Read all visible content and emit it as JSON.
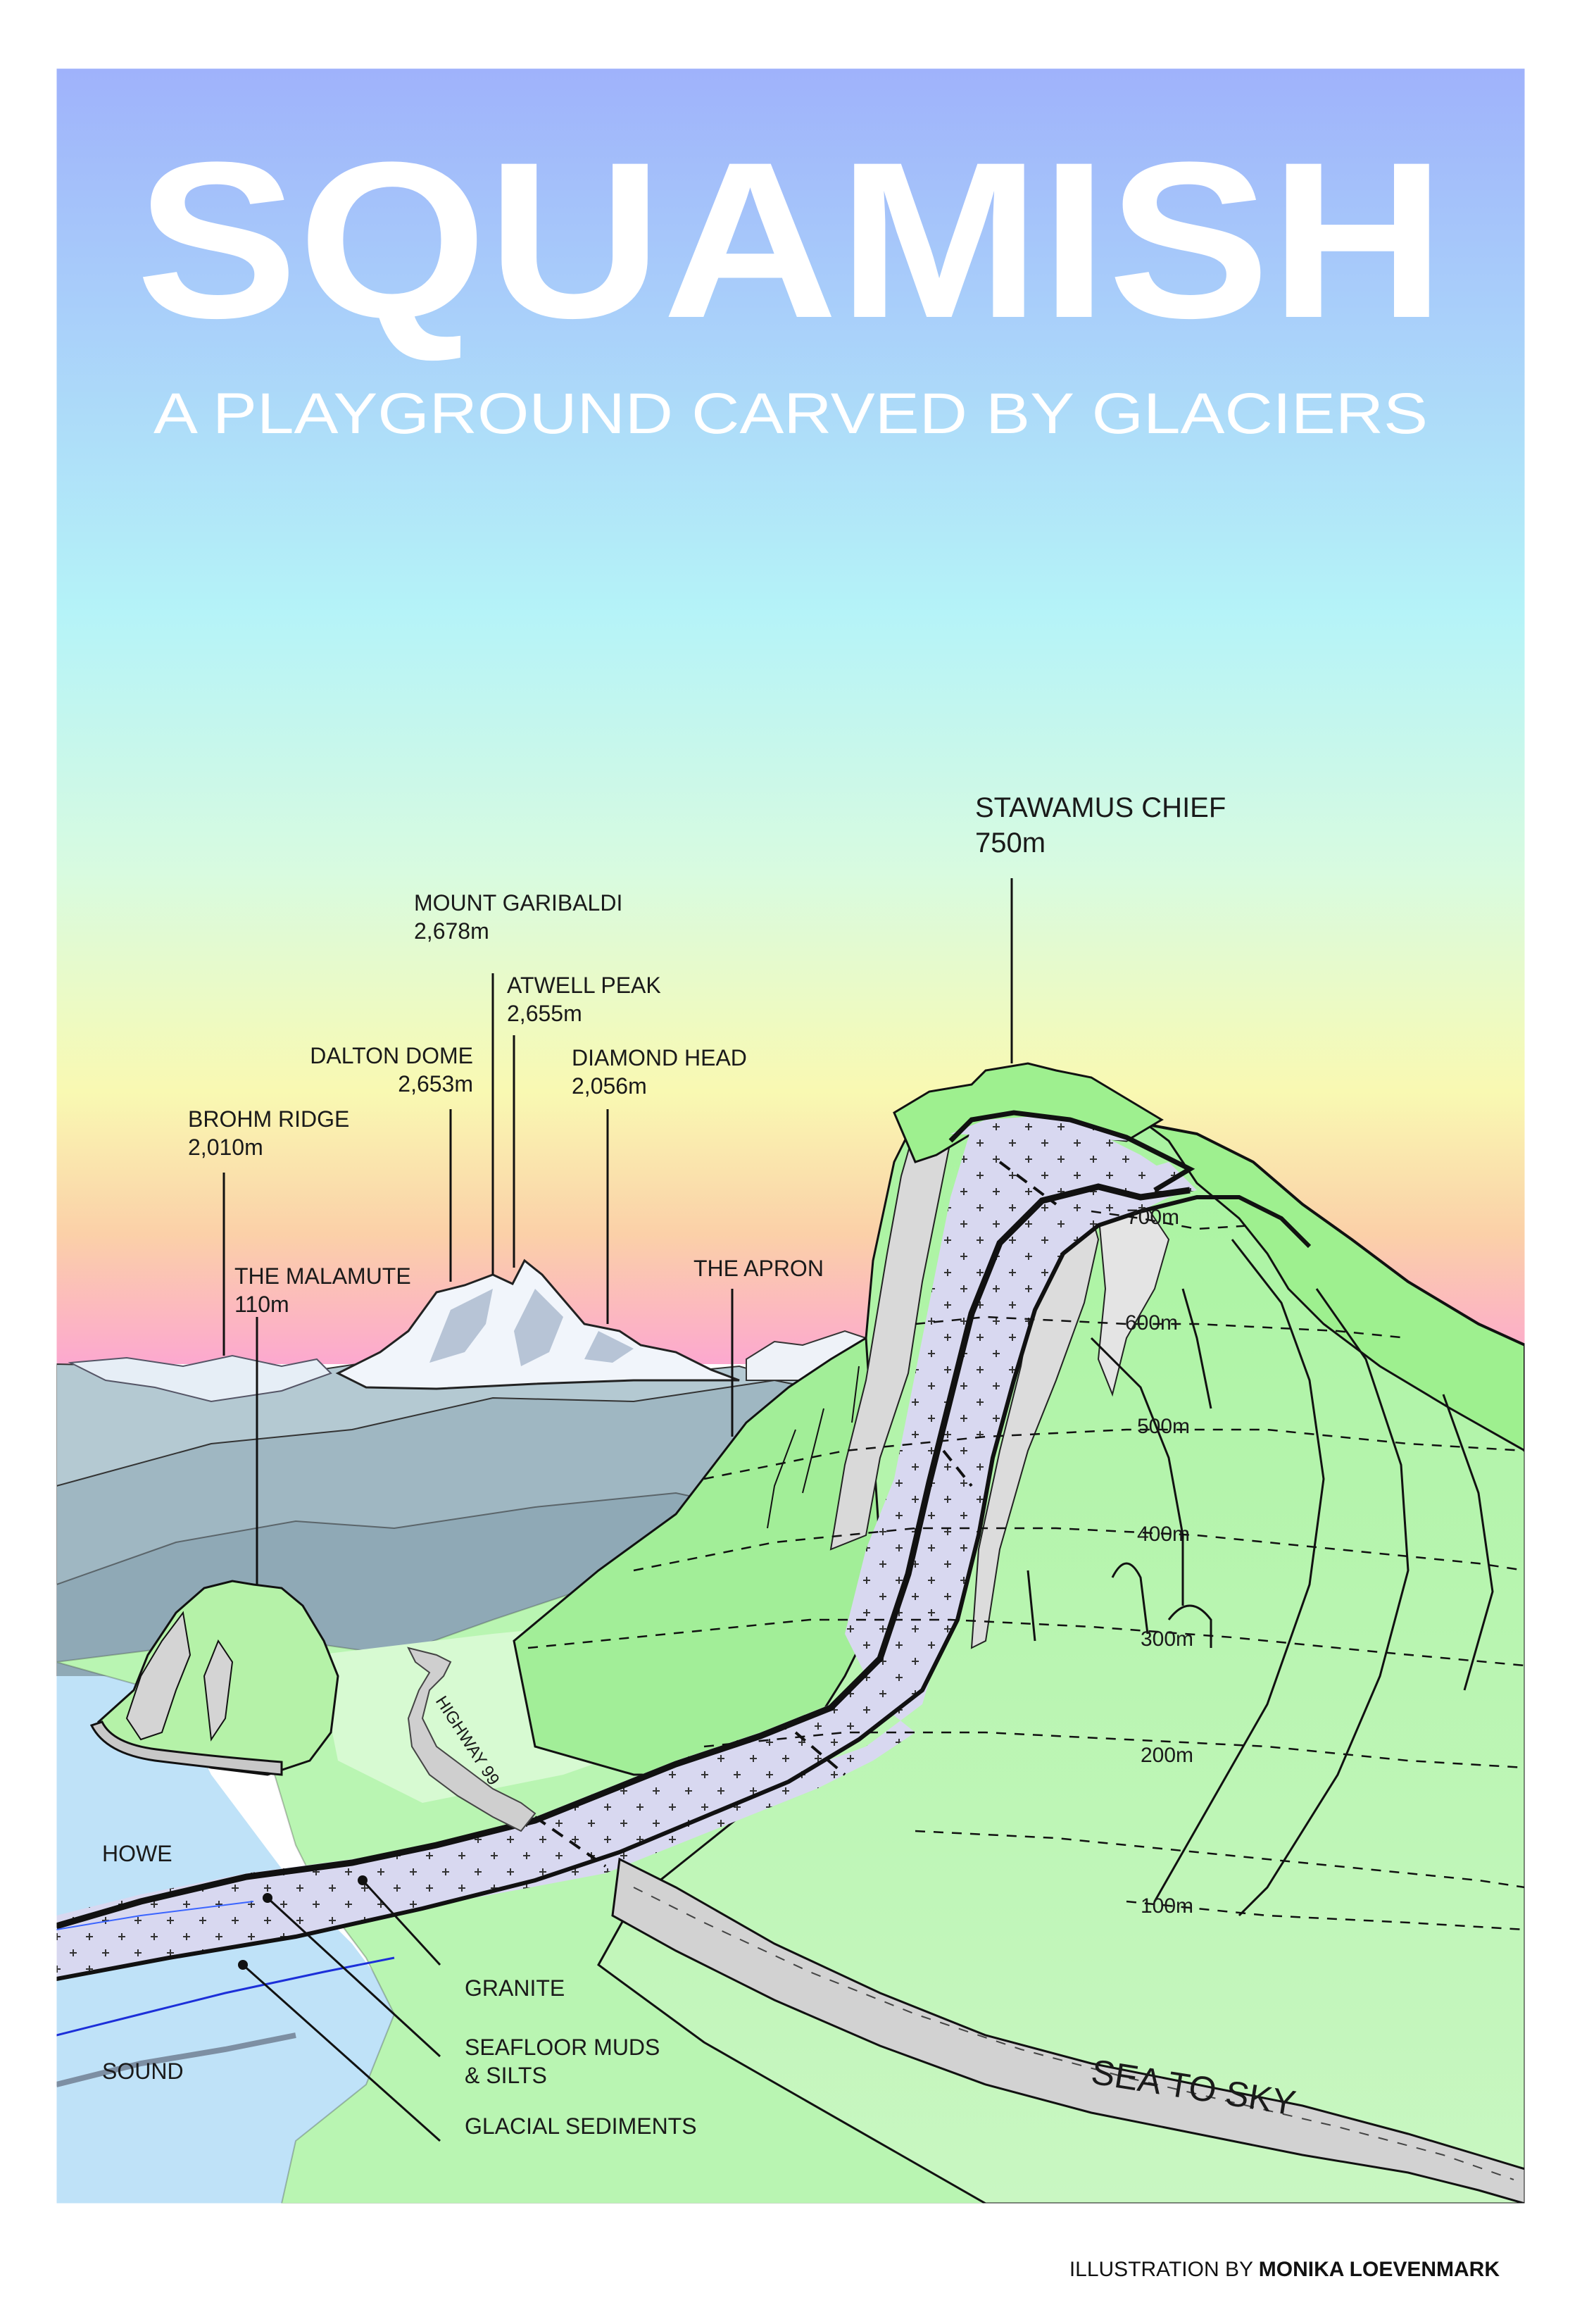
{
  "poster": {
    "title": "SQUAMISH",
    "subtitle": "A PLAYGROUND CARVED BY GLACIERS",
    "credit_prefix": "ILLUSTRATION BY ",
    "credit_name": "MONIKA LOEVENMARK"
  },
  "peaks": {
    "stawamus_chief": {
      "name": "STAWAMUS CHIEF",
      "elev": "750m"
    },
    "mount_garibaldi": {
      "name": "MOUNT GARIBALDI",
      "elev": "2,678m"
    },
    "atwell_peak": {
      "name": "ATWELL PEAK",
      "elev": "2,655m"
    },
    "dalton_dome": {
      "name": "DALTON DOME",
      "elev": "2,653m"
    },
    "diamond_head": {
      "name": "DIAMOND HEAD",
      "elev": "2,056m"
    },
    "brohm_ridge": {
      "name": "BROHM RIDGE",
      "elev": "2,010m"
    },
    "malamute": {
      "name": "THE MALAMUTE",
      "elev": "110m"
    },
    "apron": {
      "name": "THE APRON"
    }
  },
  "contours": [
    "700m",
    "600m",
    "500m",
    "400m",
    "300m",
    "200m",
    "100m"
  ],
  "geology": {
    "granite": "GRANITE",
    "seafloor_1": "SEAFLOOR MUDS",
    "seafloor_2": "& SILTS",
    "glacial": "GLACIAL SEDIMENTS"
  },
  "water": {
    "howe": "HOWE",
    "sound": "SOUND"
  },
  "roads": {
    "highway": "HIGHWAY 99",
    "sea_to_sky": "SEA TO SKY"
  },
  "colors": {
    "sky_top": "#9fb2fb",
    "sky_mid": "#b5f3f8",
    "sky_yellow": "#f9f9b2",
    "sky_pink": "#fca8cf",
    "green_light": "#c9f7c2",
    "green_mid": "#a9f3a0",
    "granite_fill": "#d8d8f0",
    "water": "#bfe2f8",
    "road": "#d2d2d2"
  }
}
